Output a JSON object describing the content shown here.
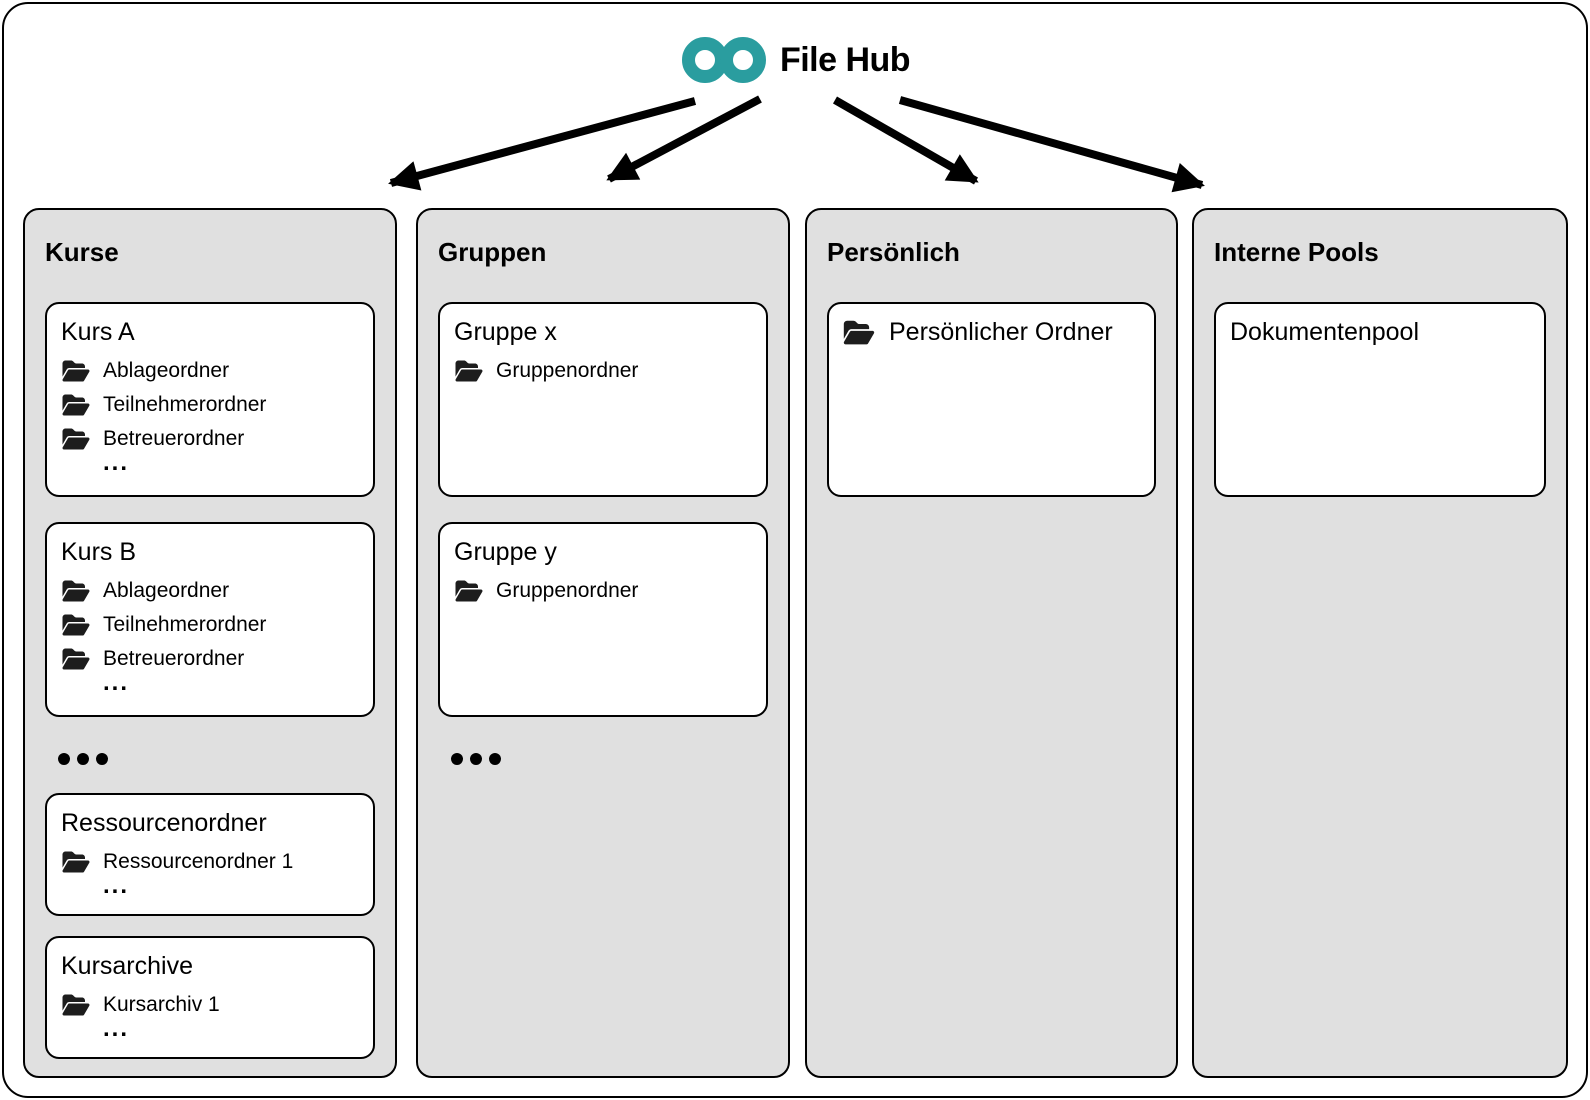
{
  "hub": {
    "title": "File Hub"
  },
  "colors": {
    "accent_teal": "#2a9d9f",
    "column_bg": "#e0e0e0",
    "outline_black": "#000000",
    "icon_dark": "#1d1d1d"
  },
  "icons": {
    "logo": "infinity-icon",
    "folder": "folder-open-icon"
  },
  "columns": [
    {
      "title": "Kurse",
      "dots": "•••",
      "cards": [
        {
          "title": "Kurs A",
          "items": [
            "Ablageordner",
            "Teilnehmerordner",
            "Betreuerordner"
          ],
          "more": "..."
        },
        {
          "title": "Kurs B",
          "items": [
            "Ablageordner",
            "Teilnehmerordner",
            "Betreuerordner"
          ],
          "more": "..."
        },
        {
          "title": "Ressourcenordner",
          "items": [
            "Ressourcenordner 1"
          ],
          "more": "..."
        },
        {
          "title": "Kursarchive",
          "items": [
            "Kursarchiv 1"
          ],
          "more": "..."
        }
      ]
    },
    {
      "title": "Gruppen",
      "dots": "•••",
      "cards": [
        {
          "title": "Gruppe x",
          "items": [
            "Gruppenordner"
          ]
        },
        {
          "title": "Gruppe y",
          "items": [
            "Gruppenordner"
          ]
        }
      ]
    },
    {
      "title": "Persönlich",
      "cards": [
        {
          "title": "Persönlicher Ordner",
          "items": []
        }
      ]
    },
    {
      "title": "Interne Pools",
      "cards": [
        {
          "title": "Dokumentenpool",
          "items": []
        }
      ]
    }
  ]
}
